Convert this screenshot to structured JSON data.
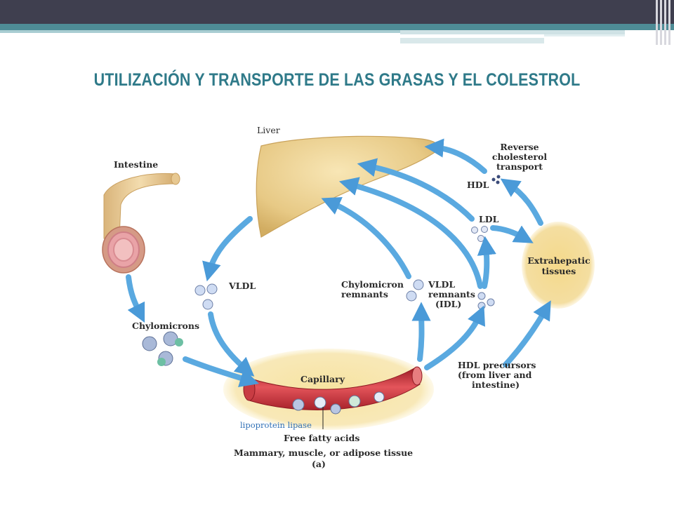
{
  "slide": {
    "title": "UTILIZACIÓN  Y TRANSPORTE DE LAS GRASAS Y EL COLESTROL"
  },
  "diagram": {
    "labels": {
      "liver": "Liver",
      "intestine": "Intestine",
      "reverse_transport_1": "Reverse",
      "reverse_transport_2": "cholesterol",
      "reverse_transport_3": "transport",
      "hdl": "HDL",
      "ldl": "LDL",
      "extrahepatic_1": "Extrahepatic",
      "extrahepatic_2": "tissues",
      "vldl": "VLDL",
      "chylomicron_remnants_1": "Chylomicron",
      "chylomicron_remnants_2": "remnants",
      "vldl_remnants_1": "VLDL",
      "vldl_remnants_2": "remnants",
      "vldl_remnants_3": "(IDL)",
      "chylomicrons": "Chylomicrons",
      "capillary": "Capillary",
      "hdl_precursors_1": "HDL precursors",
      "hdl_precursors_2": "(from liver and",
      "hdl_precursors_3": "intestine)",
      "lipoprotein_lipase": "lipoprotein lipase",
      "free_fatty_acids": "Free fatty acids",
      "tissue": "Mammary, muscle, or adipose tissue",
      "panel": "(a)"
    },
    "colors": {
      "title": "#2f7a89",
      "arrow": "#5aa9e0",
      "liver": "#e9cf8e",
      "capillary": "#c8323a",
      "tissue_glow": "#f4dd90",
      "lipase_label": "#2f6fb5"
    }
  }
}
